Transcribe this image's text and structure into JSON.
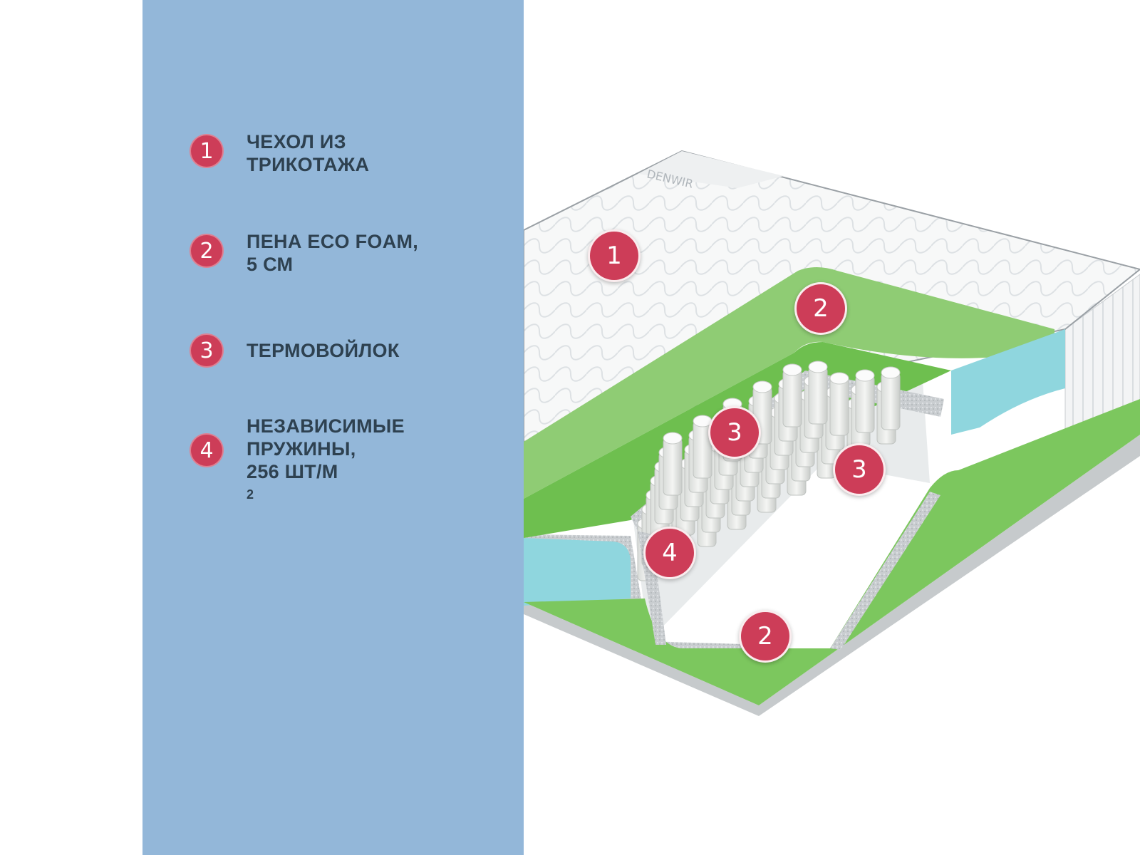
{
  "colors": {
    "panel": "#93b7d9",
    "badge": "#cd3d58",
    "text": "#2e4150",
    "foam": "#7cc75e",
    "side_foam": "#8fd6de",
    "cover": "#f6f7f7"
  },
  "legend": [
    {
      "number": "1",
      "lines": [
        "ЧЕХОЛ ИЗ",
        "ТРИКОТАЖА"
      ],
      "sup": ""
    },
    {
      "number": "2",
      "lines": [
        "ПЕНА ECO FOAM,",
        "5 СМ"
      ],
      "sup": ""
    },
    {
      "number": "3",
      "lines": [
        "ТЕРМОВОЙЛОК"
      ],
      "sup": ""
    },
    {
      "number": "4",
      "lines": [
        "НЕЗАВИСИМЫЕ",
        "ПРУЖИНЫ,",
        "256 ШТ/М"
      ],
      "sup": "2"
    }
  ],
  "image": {
    "brand_logo": "DENWIR",
    "markers": [
      "1",
      "2",
      "3",
      "3",
      "4",
      "2"
    ]
  }
}
